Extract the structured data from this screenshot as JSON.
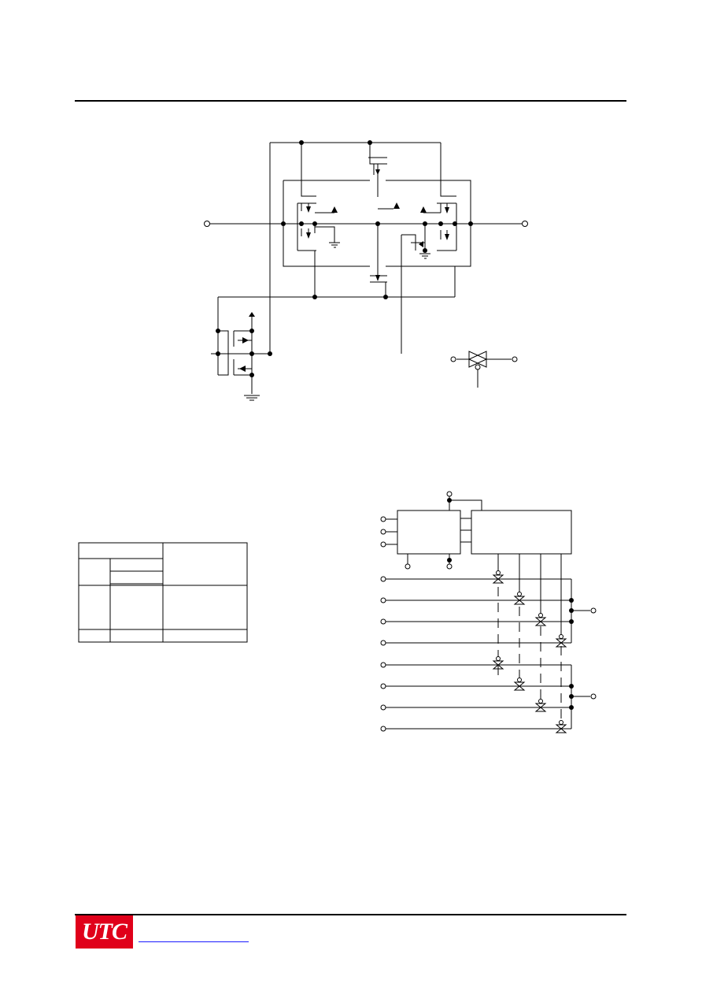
{
  "footer": {
    "logo_text": "UTC",
    "brand_color": "#e0001a",
    "link_color": "#1a1aff"
  },
  "figures": [
    {
      "name": "cmos-switch-schematic"
    },
    {
      "name": "transmission-gate-symbol"
    },
    {
      "name": "truth-table"
    },
    {
      "name": "multiplexer-diagram"
    }
  ]
}
